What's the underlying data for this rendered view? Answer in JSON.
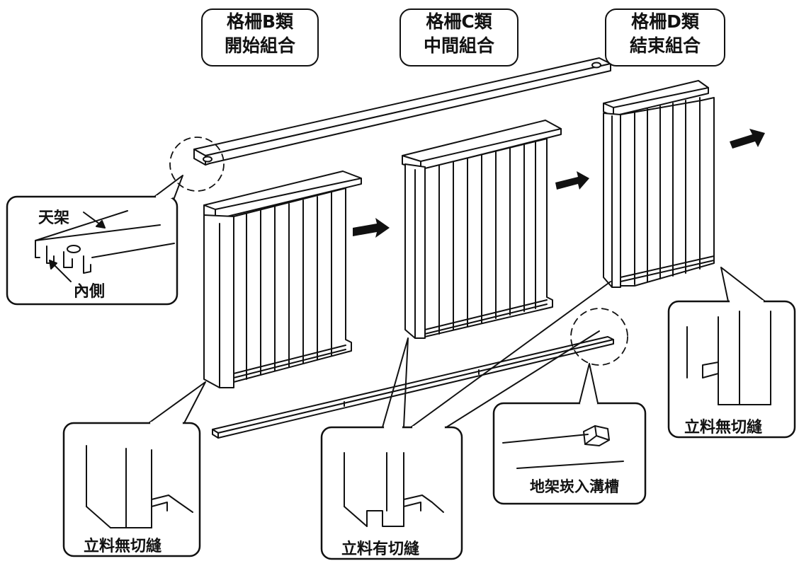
{
  "top_labels": [
    {
      "line1": "格柵B類",
      "line2": "開始組合"
    },
    {
      "line1": "格柵C類",
      "line2": "中間組合"
    },
    {
      "line1": "格柵D類",
      "line2": "結束組合"
    }
  ],
  "callouts": {
    "top_rail": {
      "label_a": "天架",
      "label_b": "內側"
    },
    "left_post": "立料無切縫",
    "middle_post": "立料有切縫",
    "floor_rail": "地架崁入溝槽",
    "right_post": "立料無切縫"
  }
}
